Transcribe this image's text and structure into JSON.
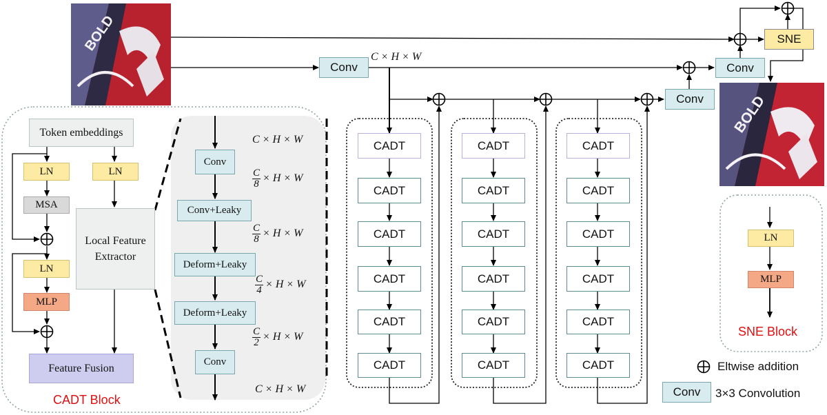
{
  "images": {
    "input_alt": "input image",
    "output_alt": "output image"
  },
  "main": {
    "conv_top": "Conv",
    "conv_right": "Conv",
    "conv_mid": "Conv",
    "sne": "SNE",
    "dim_top": "C × H × W",
    "cadt_label": "CADT"
  },
  "cadt_block": {
    "token_embeddings": "Token embeddings",
    "ln_left": "LN",
    "ln_right": "LN",
    "msa": "MSA",
    "ln2": "LN",
    "mlp": "MLP",
    "local_feature_extractor": "Local Feature Extractor",
    "feature_fusion": "Feature Fusion",
    "title": "CADT Block"
  },
  "lfe_detail": {
    "conv1": "Conv",
    "conv_leaky": "Conv+Leaky",
    "deform_leaky_1": "Deform+Leaky",
    "deform_leaky_2": "Deform+Leaky",
    "conv2": "Conv",
    "dim_0": "C × H × W",
    "dim_1_num": "C",
    "dim_1_den": "8",
    "dim_1_rest": "× H × W",
    "dim_2_num": "C",
    "dim_2_den": "8",
    "dim_2_rest": "× H × W",
    "dim_3_num": "C",
    "dim_3_den": "4",
    "dim_3_rest": "× H × W",
    "dim_4_num": "C",
    "dim_4_den": "2",
    "dim_4_rest": "× H × W",
    "dim_5": "C × H × W"
  },
  "sne_block": {
    "ln": "LN",
    "mlp": "MLP",
    "title": "SNE Block"
  },
  "legend": {
    "eltwise": "Eltwise addition",
    "conv_box": "Conv",
    "conv_desc": "3×3 Convolution"
  },
  "colors": {
    "conv_fill": "#d8ecef",
    "ln_fill": "#fdeaa3",
    "mlp_fill": "#f4a886",
    "fusion_fill": "#cfcdef",
    "title_red": "#e01010"
  }
}
